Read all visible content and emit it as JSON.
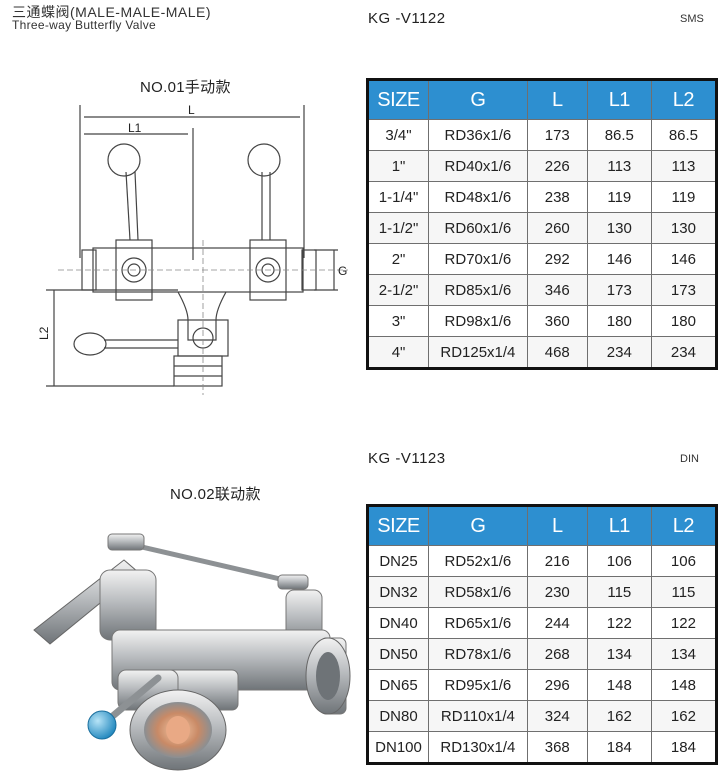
{
  "header": {
    "title_cn": "三通蝶阀(MALE-MALE-MALE)",
    "title_en": "Three-way Butterfly Valve"
  },
  "product1": {
    "model": "KG -V1122",
    "standard": "SMS",
    "variant": "NO.01手动款",
    "dim_labels": {
      "L": "L",
      "L1": "L1",
      "L2": "L2",
      "G": "G"
    },
    "columns": [
      "SIZE",
      "G",
      "L",
      "L1",
      "L2"
    ],
    "rows": [
      [
        "3/4\"",
        "RD36x1/6",
        "173",
        "86.5",
        "86.5"
      ],
      [
        "1\"",
        "RD40x1/6",
        "226",
        "113",
        "113"
      ],
      [
        "1-1/4\"",
        "RD48x1/6",
        "238",
        "119",
        "119"
      ],
      [
        "1-1/2\"",
        "RD60x1/6",
        "260",
        "130",
        "130"
      ],
      [
        "2\"",
        "RD70x1/6",
        "292",
        "146",
        "146"
      ],
      [
        "2-1/2\"",
        "RD85x1/6",
        "346",
        "173",
        "173"
      ],
      [
        "3\"",
        "RD98x1/6",
        "360",
        "180",
        "180"
      ],
      [
        "4\"",
        "RD125x1/4",
        "468",
        "234",
        "234"
      ]
    ]
  },
  "product2": {
    "model": "KG -V1123",
    "standard": "DIN",
    "variant": "NO.02联动款",
    "columns": [
      "SIZE",
      "G",
      "L",
      "L1",
      "L2"
    ],
    "rows": [
      [
        "DN25",
        "RD52x1/6",
        "216",
        "106",
        "106"
      ],
      [
        "DN32",
        "RD58x1/6",
        "230",
        "115",
        "115"
      ],
      [
        "DN40",
        "RD65x1/6",
        "244",
        "122",
        "122"
      ],
      [
        "DN50",
        "RD78x1/6",
        "268",
        "134",
        "134"
      ],
      [
        "DN65",
        "RD95x1/6",
        "296",
        "148",
        "148"
      ],
      [
        "DN80",
        "RD110x1/4",
        "324",
        "162",
        "162"
      ],
      [
        "DN100",
        "RD130x1/4",
        "368",
        "184",
        "184"
      ]
    ]
  },
  "colors": {
    "table_header_bg": "#2d8fd0",
    "handle_ball": "#3aa7d8"
  }
}
